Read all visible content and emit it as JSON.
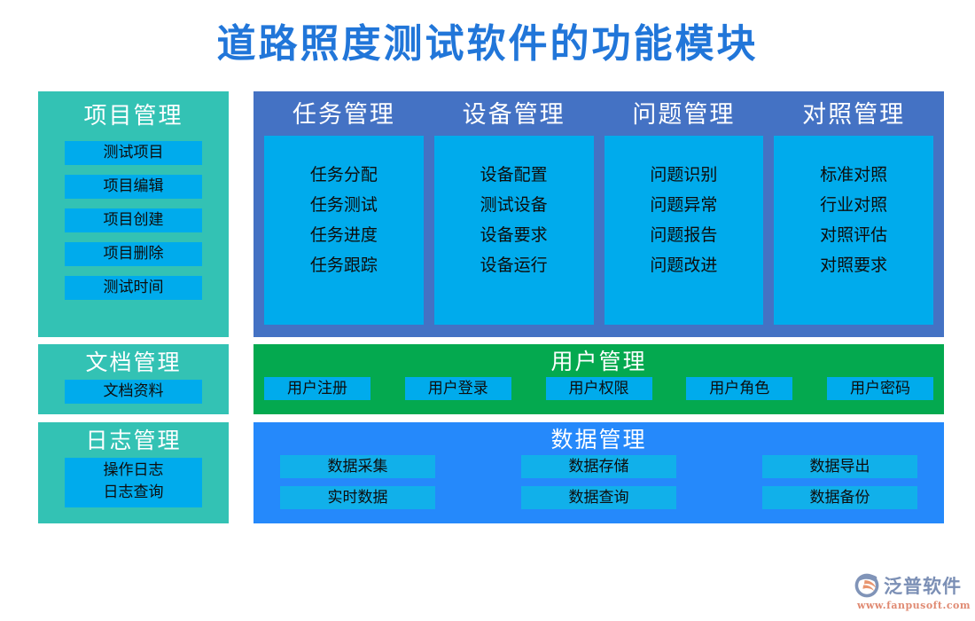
{
  "page": {
    "title": "道路照度测试软件的功能模块",
    "title_color": "#2176d9",
    "background": "#ffffff"
  },
  "colors": {
    "teal_panel": "#33c2b4",
    "main_blue_panel": "#4472c4",
    "card_cyan": "#00abec",
    "green_panel": "#04a94f",
    "data_panel_blue": "#2589fb",
    "data_chip": "#11b0ea"
  },
  "left_column": {
    "project": {
      "heading": "项目管理",
      "items": [
        "测试项目",
        "项目编辑",
        "项目创建",
        "项目删除",
        "测试时间"
      ]
    },
    "document": {
      "heading": "文档管理",
      "items": [
        "文档资料"
      ]
    },
    "log": {
      "heading": "日志管理",
      "items": [
        "操作日志",
        "日志查询"
      ]
    }
  },
  "main_panel": {
    "columns": [
      {
        "heading": "任务管理",
        "items": [
          "任务分配",
          "任务测试",
          "任务进度",
          "任务跟踪"
        ]
      },
      {
        "heading": "设备管理",
        "items": [
          "设备配置",
          "测试设备",
          "设备要求",
          "设备运行"
        ]
      },
      {
        "heading": "问题管理",
        "items": [
          "问题识别",
          "问题异常",
          "问题报告",
          "问题改进"
        ]
      },
      {
        "heading": "对照管理",
        "items": [
          "标准对照",
          "行业对照",
          "对照评估",
          "对照要求"
        ]
      }
    ]
  },
  "user_panel": {
    "heading": "用户管理",
    "items": [
      "用户注册",
      "用户登录",
      "用户权限",
      "用户角色",
      "用户密码"
    ]
  },
  "data_panel": {
    "heading": "数据管理",
    "rows": [
      [
        "数据采集",
        "数据存储",
        "数据导出"
      ],
      [
        "实时数据",
        "数据查询",
        "数据备份"
      ]
    ]
  },
  "logo": {
    "wordmark": "泛普软件",
    "url": "www.fanpusoft.com",
    "mark_color": "#8094b8",
    "accent_color": "#e8956f"
  }
}
